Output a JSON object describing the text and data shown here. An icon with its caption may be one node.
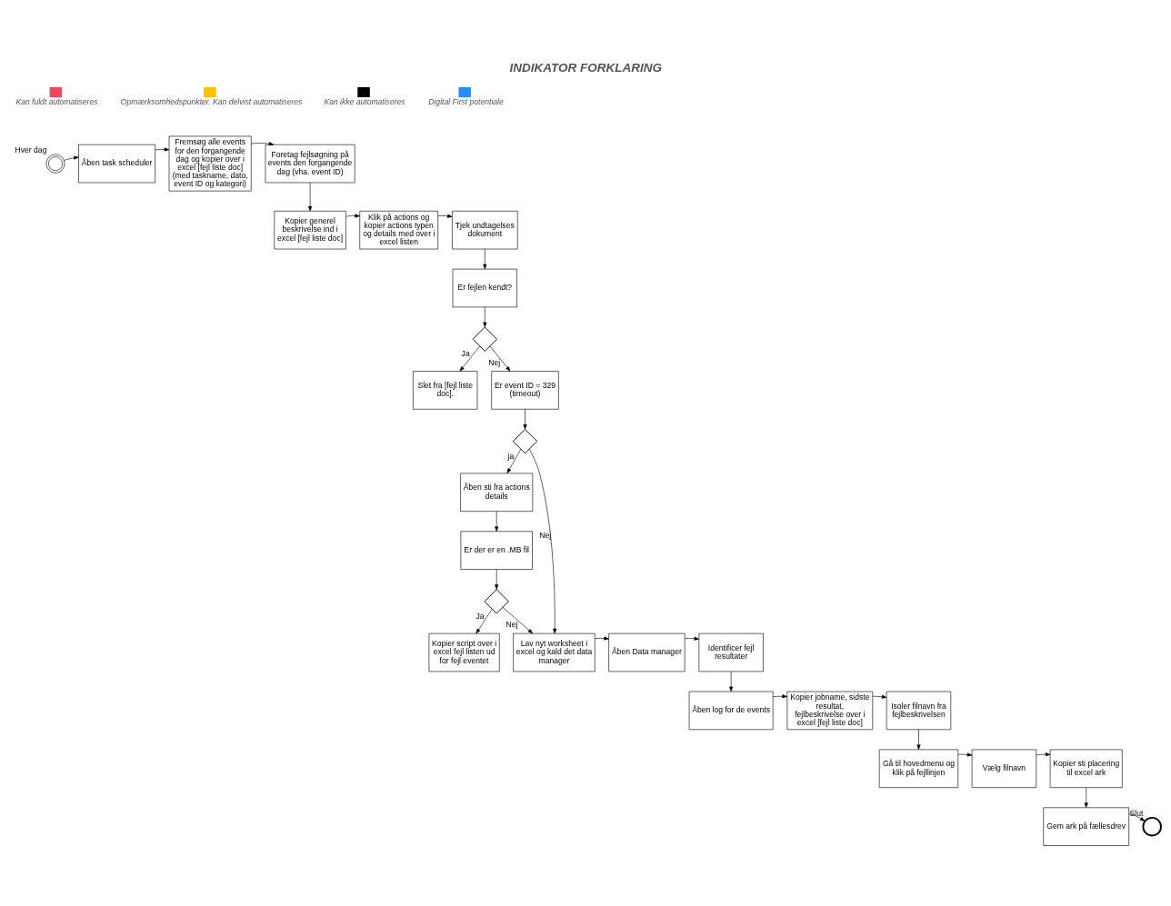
{
  "diagram": {
    "title": "INDIKATOR FORKLARING",
    "nodes": [
      {
        "text": [
          "Hver dag"
        ]
      },
      {
        "text": [
          "Åben task scheduler"
        ]
      },
      {
        "text": [
          "Fremsøg alle events for den forgangende dag og kopier over i excel [fejl liste doc] (med taskname, dato, event ID og kategori)"
        ]
      },
      {
        "text": [
          "Foretag fejlsøgning på events den forgangende dag (vha. event ID)"
        ]
      },
      {
        "text": [
          "Kopier generel beskrivelse ind i excel [fejl liste doc]"
        ]
      },
      {
        "text": [
          "Klik på actions og kopier actions typen og details med over i excel listen"
        ]
      },
      {
        "text": [
          "Tjek undtagelses dokument"
        ]
      },
      {
        "text": [
          "Er fejlen kendt?"
        ]
      },
      {
        "text": [],
        "shape": "diamond"
      },
      {
        "text": [
          "Slet fra [fejl liste doc]."
        ]
      },
      {
        "text": [
          "Er event ID = 329 (timeout)"
        ]
      },
      {
        "text": [],
        "shape": "diamond"
      },
      {
        "text": [
          "Åben sti fra actions details"
        ]
      },
      {
        "text": [
          "Er der er en .MB fil"
        ]
      },
      {
        "text": [],
        "shape": "diamond"
      },
      {
        "text": [
          "Kopier script over i excel fejl listen ud for fejl eventet"
        ]
      },
      {
        "text": [
          "Lav nyt worksheet i excel og kald det data manager"
        ]
      },
      {
        "text": [
          "Åben Data manager"
        ]
      },
      {
        "text": [
          "Identificer fejl resultater"
        ]
      },
      {
        "text": [
          "Åben log for de events"
        ]
      },
      {
        "text": [
          "Kopier jobname, sidste resultat, fejlbeskrivelse over i excel [fejl liste doc]"
        ]
      },
      {
        "text": [
          "Isoler filnavn fra fejlbeskrivelsen"
        ]
      },
      {
        "text": [
          "Gå til hovedmenu og klik på fejllinjen"
        ]
      },
      {
        "text": [
          "Vælg filnavn"
        ]
      },
      {
        "text": [
          "Kopier sti placering til excel ark"
        ]
      },
      {
        "text": [
          "Gem ark på fællesdrev"
        ]
      },
      {
        "text": [
          "Slut"
        ]
      }
    ],
    "edges": [
      {
        "from": 0,
        "to": 1,
        "arrow": "to"
      },
      {
        "from": 1,
        "to": 2,
        "arrow": "to"
      },
      {
        "from": 2,
        "to": 3,
        "arrow": "to"
      },
      {
        "from": 3,
        "to": 4,
        "arrow": "to"
      },
      {
        "from": 4,
        "to": 5,
        "arrow": "to"
      },
      {
        "from": 5,
        "to": 6,
        "arrow": "to"
      },
      {
        "from": 6,
        "to": 7,
        "arrow": "to"
      },
      {
        "from": 7,
        "to": 8,
        "arrow": "to"
      },
      {
        "from": 8,
        "to": 9,
        "arrow": "to",
        "label": "Ja"
      },
      {
        "from": 8,
        "to": 10,
        "arrow": "to",
        "label": "Nej"
      },
      {
        "from": 10,
        "to": 11,
        "arrow": "to"
      },
      {
        "from": 11,
        "to": 12,
        "arrow": "to",
        "label": "ja"
      },
      {
        "from": 11,
        "to": 16,
        "arrow": "to",
        "label": "Nej"
      },
      {
        "from": 12,
        "to": 13,
        "arrow": "to"
      },
      {
        "from": 13,
        "to": 14,
        "arrow": "to"
      },
      {
        "from": 14,
        "to": 16,
        "arrow": "to",
        "label": "Nej"
      },
      {
        "from": 14,
        "to": 15,
        "arrow": "to",
        "label": "Ja"
      },
      {
        "from": 16,
        "to": 17,
        "arrow": "to"
      },
      {
        "from": 17,
        "to": 18,
        "arrow": "to"
      },
      {
        "from": 18,
        "to": 19,
        "arrow": "to"
      },
      {
        "from": 19,
        "to": 20,
        "arrow": "to"
      },
      {
        "from": 20,
        "to": 21,
        "arrow": "to"
      },
      {
        "from": 21,
        "to": 22,
        "arrow": "to"
      },
      {
        "from": 22,
        "to": 23,
        "arrow": "to"
      },
      {
        "from": 23,
        "to": 24,
        "arrow": "to"
      },
      {
        "from": 24,
        "to": 25,
        "arrow": "to"
      },
      {
        "from": 25,
        "to": 26,
        "arrow": "to"
      }
    ],
    "legend": [
      {
        "text": "Kan fuldt automatiseres",
        "color": "#f0475f"
      },
      {
        "text": "Opmærksomhedspunkter. Kan delvist automatiseres",
        "color": "#ffc000"
      },
      {
        "text": "Kan ikke automatiseres",
        "color": "#000000"
      },
      {
        "text": "Digital First potentiale",
        "color": "#1e90ff"
      }
    ]
  }
}
